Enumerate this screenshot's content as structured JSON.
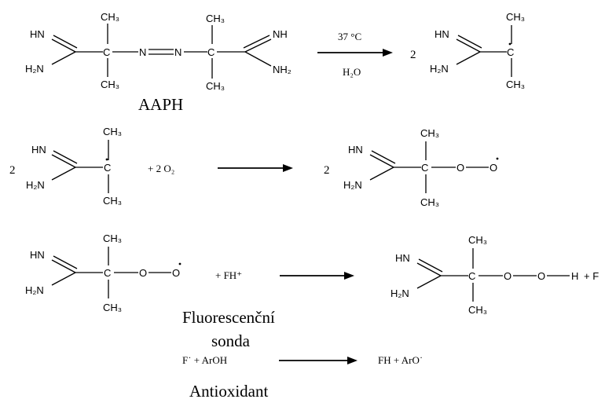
{
  "atoms": {
    "imine": "HN",
    "imine_r": "NH",
    "amine": "H₂N",
    "amine_r": "NH₂",
    "methyl": "CH₃",
    "carbon": "C",
    "nitrogen": "N",
    "oxygen": "O",
    "hydrogen": "H",
    "fragment_f": "F"
  },
  "reaction1": {
    "temperature": "37 °C",
    "solvent": "H₂O",
    "coefficient": "2",
    "name": "AAPH"
  },
  "reaction2": {
    "coefficient_left": "2",
    "oxygen": "+ 2 O₂",
    "coefficient_right": "2"
  },
  "reaction3": {
    "probe": "+ FH⁺",
    "plus_f": "+  F",
    "probe_name_line1": "Fluorescenční",
    "probe_name_line2": "sonda"
  },
  "reaction4": {
    "left": "F˙ + ArOH",
    "right": "FH + ArO˙",
    "name": "Antioxidant"
  }
}
